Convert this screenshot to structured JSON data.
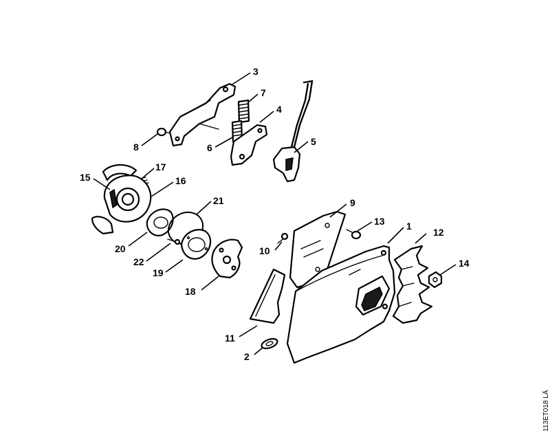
{
  "callouts": {
    "c1": "1",
    "c2": "2",
    "c3": "3",
    "c4": "4",
    "c5": "5",
    "c6": "6",
    "c7": "7",
    "c8": "8",
    "c9": "9",
    "c10": "10",
    "c11": "11",
    "c12": "12",
    "c13": "13",
    "c14": "14",
    "c15": "15",
    "c16": "16",
    "c17": "17",
    "c18": "18",
    "c19": "19",
    "c20": "20",
    "c21": "21",
    "c22": "22"
  },
  "drawing_code": "113ET018 LÄ"
}
